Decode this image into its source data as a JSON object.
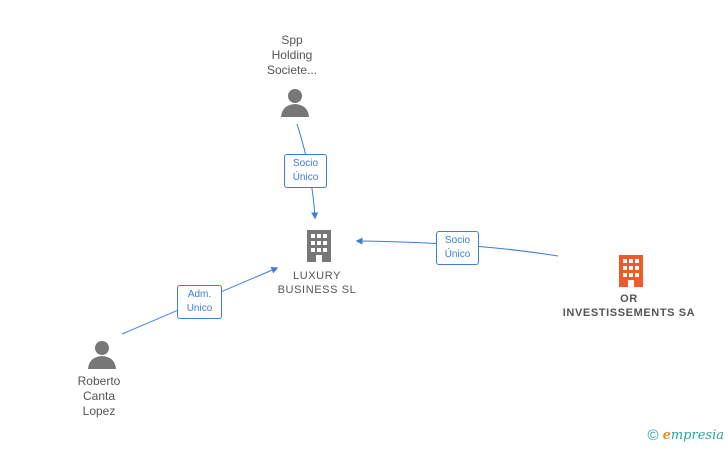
{
  "nodes": {
    "spp": {
      "label": "Spp\nHolding\nSociete..."
    },
    "luxury": {
      "label": "LUXURY\nBUSINESS  SL"
    },
    "or": {
      "label": "OR\nINVESTISSEMENTS SA"
    },
    "roberto": {
      "label": "Roberto\nCanta\nLopez"
    }
  },
  "edges": {
    "spp_luxury": {
      "label": "Socio\nÚnico"
    },
    "or_luxury": {
      "label": "Socio\nÚnico"
    },
    "roberto_luxury": {
      "label": "Adm.\nUnico"
    }
  },
  "brand": {
    "copyright": "©",
    "name_initial": "e",
    "name_rest": "mpresia"
  },
  "colors": {
    "edge": "#3b7dd8",
    "person_icon": "#777777",
    "company_icon": "#777777",
    "highlight_company_icon": "#f05a28"
  }
}
